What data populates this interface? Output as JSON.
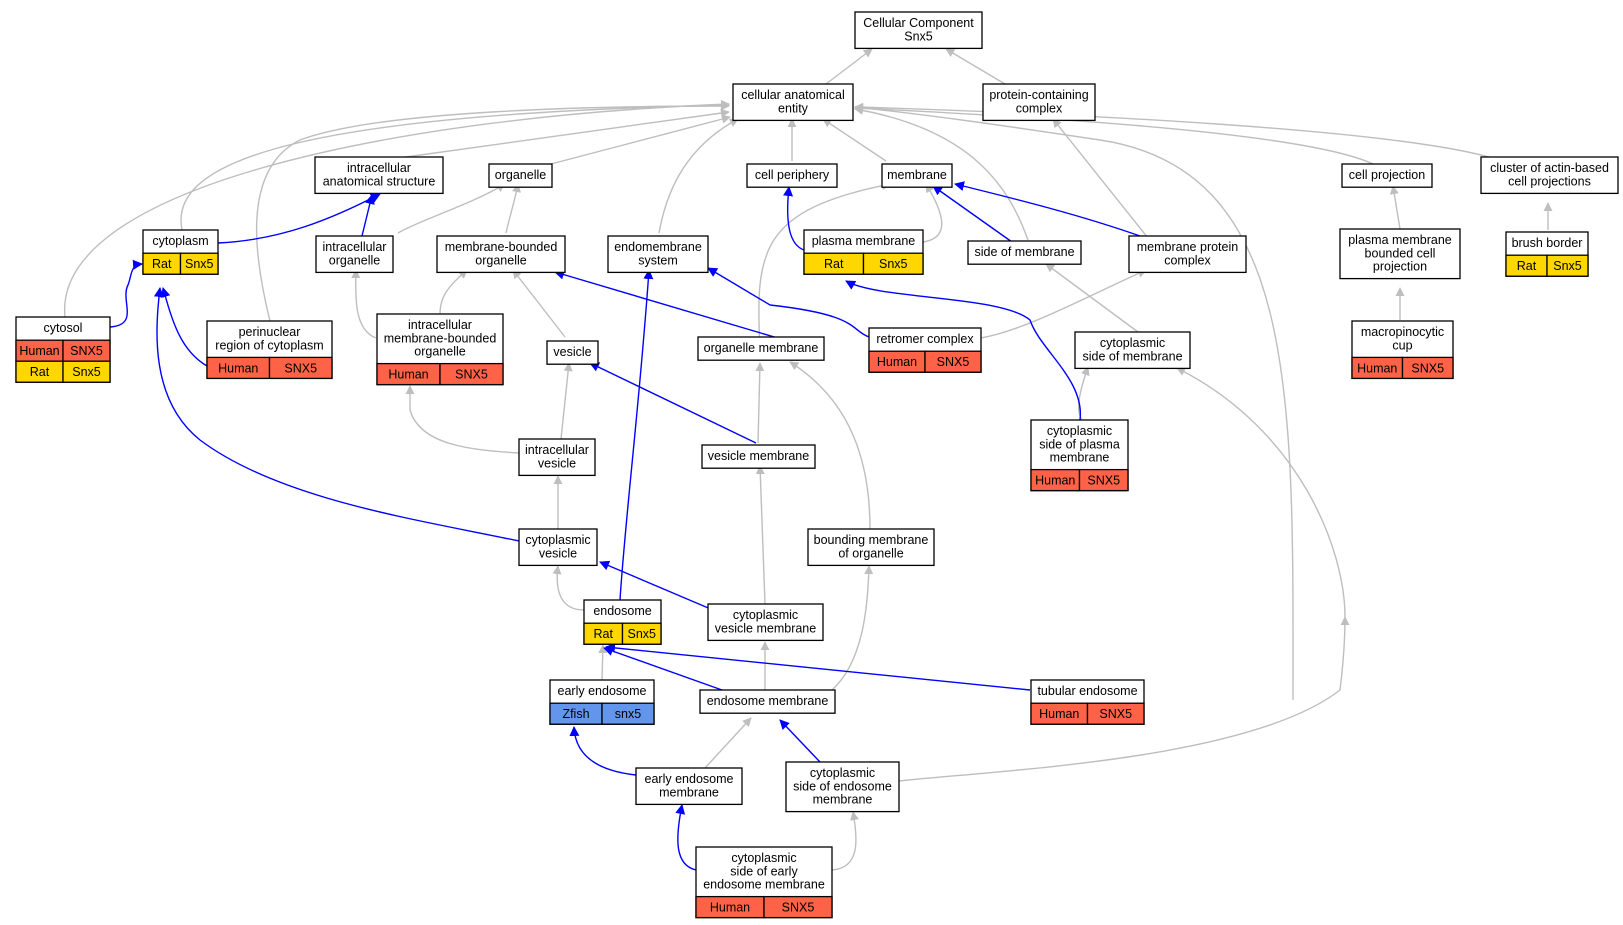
{
  "colors": {
    "human": "#FF6347",
    "rat": "#FFD700",
    "zfish": "#6495ED",
    "edge_gray": "#BEBEBE",
    "edge_blue": "#0000FF"
  },
  "nodes": {
    "root": {
      "lines": [
        "Cellular Component",
        "Snx5"
      ],
      "annots": []
    },
    "cae": {
      "lines": [
        "cellular anatomical",
        "entity"
      ],
      "annots": []
    },
    "pcc": {
      "lines": [
        "protein-containing",
        "complex"
      ],
      "annots": []
    },
    "ias": {
      "lines": [
        "intracellular",
        "anatomical structure"
      ],
      "annots": []
    },
    "organelle": {
      "lines": [
        "organelle"
      ],
      "annots": []
    },
    "cellper": {
      "lines": [
        "cell periphery"
      ],
      "annots": []
    },
    "membrane": {
      "lines": [
        "membrane"
      ],
      "annots": []
    },
    "cellproj": {
      "lines": [
        "cell projection"
      ],
      "annots": []
    },
    "cabcp": {
      "lines": [
        "cluster of actin-based",
        "cell projections"
      ],
      "annots": []
    },
    "cytoplasm": {
      "lines": [
        "cytoplasm"
      ],
      "annots": [
        [
          {
            "s": "rat",
            "t": "Rat"
          },
          {
            "s": "rat",
            "t": "Snx5"
          }
        ]
      ]
    },
    "intorg": {
      "lines": [
        "intracellular",
        "organelle"
      ],
      "annots": []
    },
    "mbo": {
      "lines": [
        "membrane-bounded",
        "organelle"
      ],
      "annots": []
    },
    "endosys": {
      "lines": [
        "endomembrane",
        "system"
      ],
      "annots": []
    },
    "plasmem": {
      "lines": [
        "plasma membrane"
      ],
      "annots": [
        [
          {
            "s": "rat",
            "t": "Rat"
          },
          {
            "s": "rat",
            "t": "Snx5"
          }
        ]
      ]
    },
    "sidemem": {
      "lines": [
        "side of membrane"
      ],
      "annots": []
    },
    "mpc": {
      "lines": [
        "membrane protein",
        "complex"
      ],
      "annots": []
    },
    "pmbcp": {
      "lines": [
        "plasma membrane",
        "bounded cell",
        "projection"
      ],
      "annots": []
    },
    "brush": {
      "lines": [
        "brush border"
      ],
      "annots": [
        [
          {
            "s": "rat",
            "t": "Rat"
          },
          {
            "s": "rat",
            "t": "Snx5"
          }
        ]
      ]
    },
    "cytosol": {
      "lines": [
        "cytosol"
      ],
      "annots": [
        [
          {
            "s": "human",
            "t": "Human"
          },
          {
            "s": "human",
            "t": "SNX5"
          }
        ],
        [
          {
            "s": "rat",
            "t": "Rat"
          },
          {
            "s": "rat",
            "t": "Snx5"
          }
        ]
      ]
    },
    "perinuc": {
      "lines": [
        "perinuclear",
        "region of cytoplasm"
      ],
      "annots": [
        [
          {
            "s": "human",
            "t": "Human"
          },
          {
            "s": "human",
            "t": "SNX5"
          }
        ]
      ]
    },
    "imbo": {
      "lines": [
        "intracellular",
        "membrane-bounded",
        "organelle"
      ],
      "annots": [
        [
          {
            "s": "human",
            "t": "Human"
          },
          {
            "s": "human",
            "t": "SNX5"
          }
        ]
      ]
    },
    "vesicle": {
      "lines": [
        "vesicle"
      ],
      "annots": []
    },
    "orgmem": {
      "lines": [
        "organelle membrane"
      ],
      "annots": []
    },
    "retromer": {
      "lines": [
        "retromer complex"
      ],
      "annots": [
        [
          {
            "s": "human",
            "t": "Human"
          },
          {
            "s": "human",
            "t": "SNX5"
          }
        ]
      ]
    },
    "csm": {
      "lines": [
        "cytoplasmic",
        "side of membrane"
      ],
      "annots": []
    },
    "macro": {
      "lines": [
        "macropinocytic",
        "cup"
      ],
      "annots": [
        [
          {
            "s": "human",
            "t": "Human"
          },
          {
            "s": "human",
            "t": "SNX5"
          }
        ]
      ]
    },
    "intves": {
      "lines": [
        "intracellular",
        "vesicle"
      ],
      "annots": []
    },
    "vesmem": {
      "lines": [
        "vesicle membrane"
      ],
      "annots": []
    },
    "cspm": {
      "lines": [
        "cytoplasmic",
        "side of plasma",
        "membrane"
      ],
      "annots": [
        [
          {
            "s": "human",
            "t": "Human"
          },
          {
            "s": "human",
            "t": "SNX5"
          }
        ]
      ]
    },
    "cytves": {
      "lines": [
        "cytoplasmic",
        "vesicle"
      ],
      "annots": []
    },
    "bmo": {
      "lines": [
        "bounding membrane",
        "of organelle"
      ],
      "annots": []
    },
    "endosome": {
      "lines": [
        "endosome"
      ],
      "annots": [
        [
          {
            "s": "rat",
            "t": "Rat"
          },
          {
            "s": "rat",
            "t": "Snx5"
          }
        ]
      ]
    },
    "cvm": {
      "lines": [
        "cytoplasmic",
        "vesicle membrane"
      ],
      "annots": []
    },
    "earlyendo": {
      "lines": [
        "early endosome"
      ],
      "annots": [
        [
          {
            "s": "zfish",
            "t": "Zfish"
          },
          {
            "s": "zfish",
            "t": "snx5"
          }
        ]
      ]
    },
    "endomem": {
      "lines": [
        "endosome membrane"
      ],
      "annots": []
    },
    "tubular": {
      "lines": [
        "tubular endosome"
      ],
      "annots": [
        [
          {
            "s": "human",
            "t": "Human"
          },
          {
            "s": "human",
            "t": "SNX5"
          }
        ]
      ]
    },
    "eem": {
      "lines": [
        "early endosome",
        "membrane"
      ],
      "annots": []
    },
    "csem": {
      "lines": [
        "cytoplasmic",
        "side of endosome",
        "membrane"
      ],
      "annots": []
    },
    "cseem": {
      "lines": [
        "cytoplasmic",
        "side of early",
        "endosome membrane"
      ],
      "annots": [
        [
          {
            "s": "human",
            "t": "Human"
          },
          {
            "s": "human",
            "t": "SNX5"
          }
        ]
      ]
    }
  }
}
